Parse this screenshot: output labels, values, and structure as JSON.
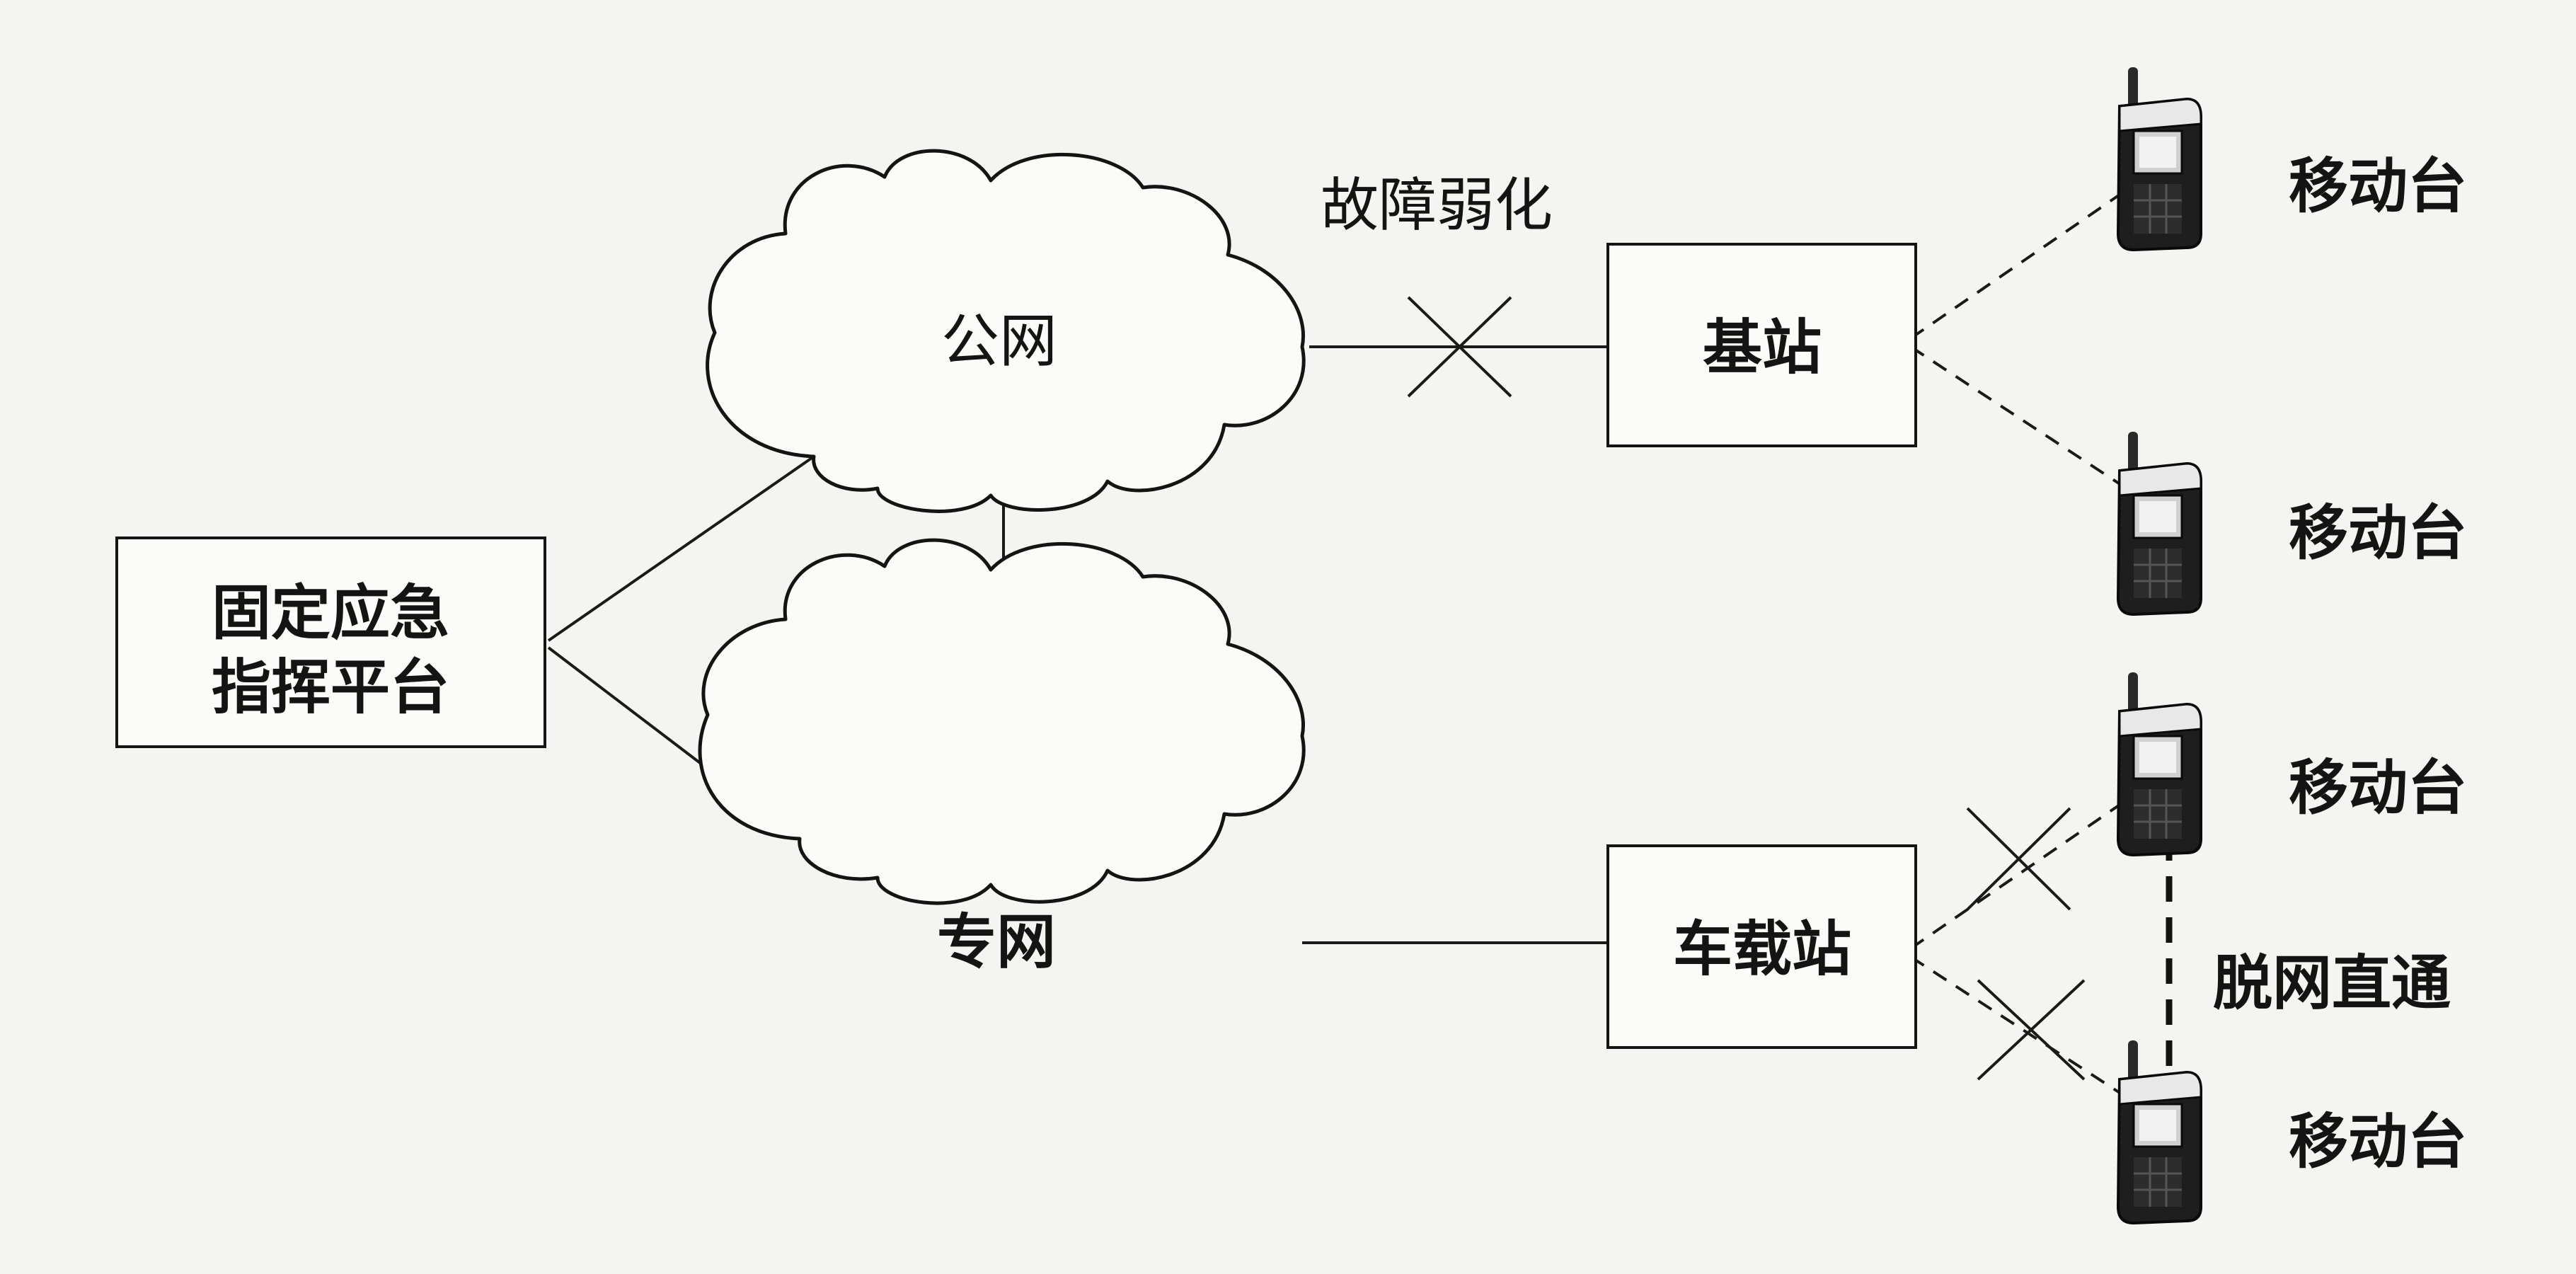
{
  "nodes": {
    "command_platform": {
      "line1": "固定应急",
      "line2": "指挥平台"
    },
    "public_network": "公网",
    "private_network": "专网",
    "base_station": "基站",
    "vehicle_station": "车载站"
  },
  "annotations": {
    "fault": "故障弱化",
    "direct_mode": "脱网直通"
  },
  "mobile_stations": [
    {
      "label": "移动台"
    },
    {
      "label": "移动台"
    },
    {
      "label": "移动台"
    },
    {
      "label": "移动台"
    }
  ]
}
